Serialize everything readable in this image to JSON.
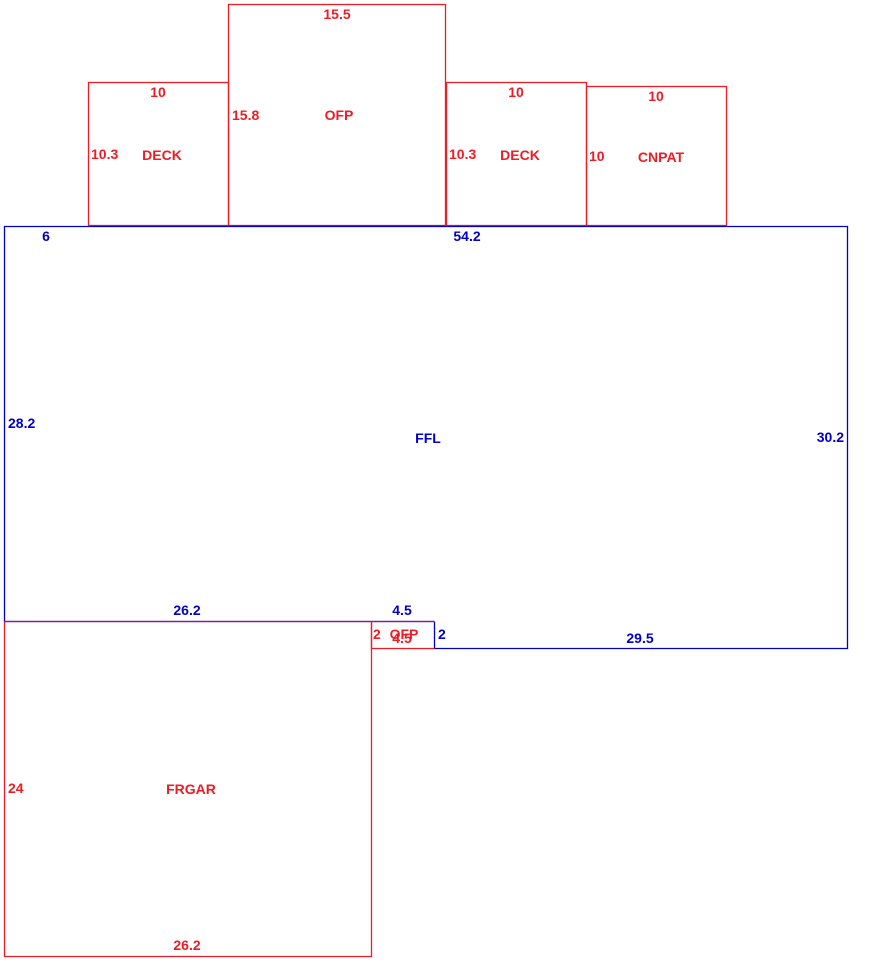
{
  "colors": {
    "addition": "#ee1c25",
    "main_living": "#0000c8",
    "shared_wall": "#7a1fa0"
  },
  "areas": {
    "deck_left": {
      "label": "DECK",
      "width": "10",
      "depth": "10.3"
    },
    "ofp_top": {
      "label": "OFP",
      "width": "15.5",
      "depth": "15.8"
    },
    "deck_right": {
      "label": "DECK",
      "width": "10",
      "depth": "10.3"
    },
    "cnpat": {
      "label": "CNPAT",
      "width": "10",
      "depth": "10"
    },
    "ffl": {
      "label": "FFL",
      "top_left_seg": "6",
      "top": "54.2",
      "left": "28.2",
      "right": "30.2",
      "bottom_left": "26.2",
      "bottom_mid": "4.5",
      "step": "2",
      "bottom_right": "29.5"
    },
    "ofp_small": {
      "label": "OFP",
      "depth": "2",
      "overlap_label": "4.5"
    },
    "frgar": {
      "label": "FRGAR",
      "top": "26.2",
      "left": "24",
      "bottom": "26.2"
    }
  }
}
